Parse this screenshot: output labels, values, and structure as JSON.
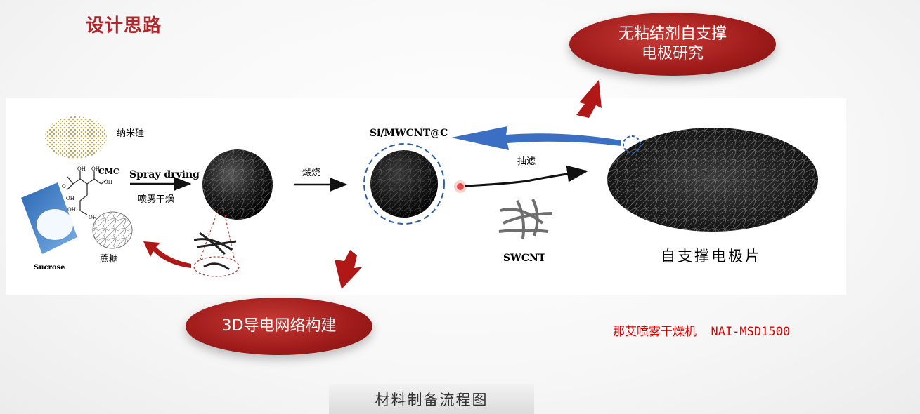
{
  "page": {
    "title": "设计思路",
    "caption": "材料制备流程图",
    "note": "那艾喷雾干燥机  NAI-MSD1500"
  },
  "ovals": {
    "top": "无粘结剂自支撑电极研究",
    "bottom": "3D导电网络构建"
  },
  "diagram": {
    "nano_si": "纳米硅",
    "cmc": "CMC",
    "sucrose": "Sucrose",
    "sucrose_cn": "蔗糖",
    "spray_drying": "Spray drying",
    "spray_drying_cn": "喷雾干燥",
    "calcine": "煅烧",
    "product": "Si/MWCNT@C",
    "filtration": "抽滤",
    "swcnt": "SWCNT",
    "electrode": "自支撑电极片",
    "oh": "OH",
    "o": "O"
  }
}
